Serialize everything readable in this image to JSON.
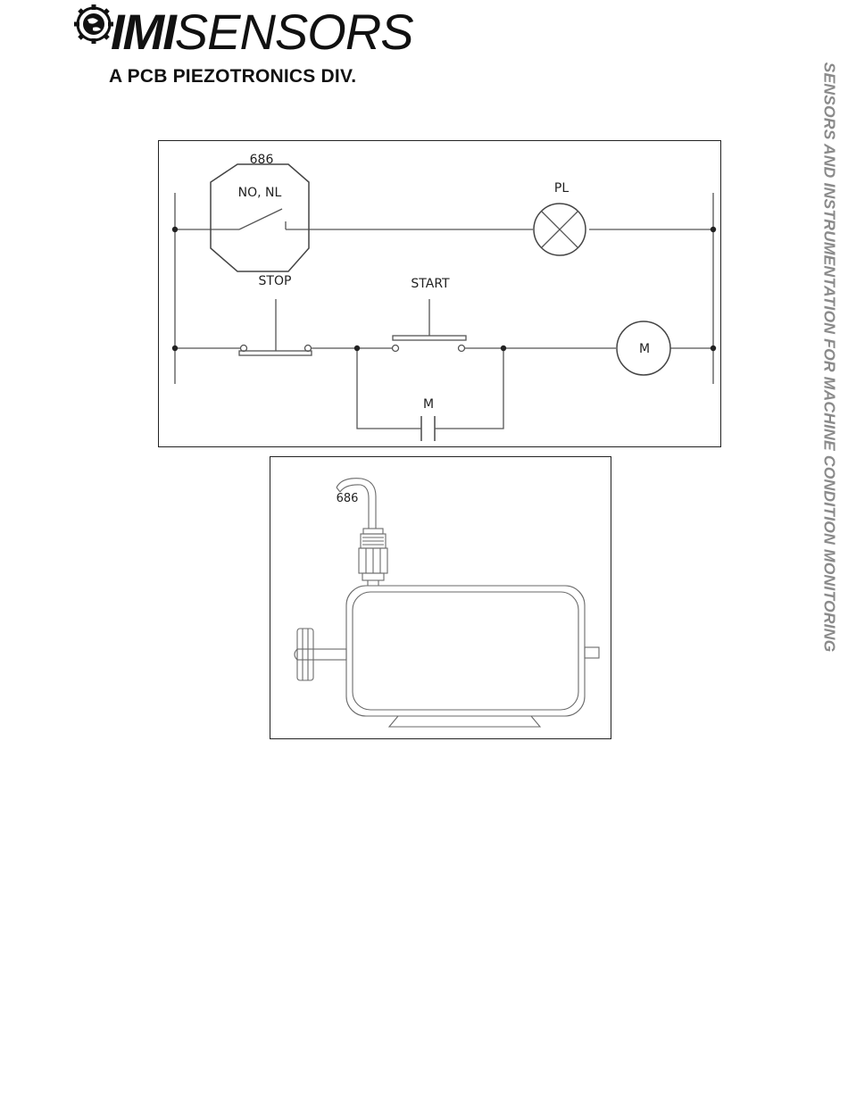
{
  "header": {
    "brand_left": "IMI",
    "brand_right": "SENSORS",
    "tagline": "A PCB PIEZOTRONICS DIV.",
    "logo_icon": "gear-globe-icon"
  },
  "side_banner": {
    "text": "SENSORS AND INSTRUMENTATION FOR MACHINE CONDITION MONITORING",
    "color": "#8a8a8a"
  },
  "ladder_diagram": {
    "switch_model": "686",
    "switch_contact": "NO, NL",
    "pilot_light": "PL",
    "stop_button": "STOP",
    "start_button": "START",
    "motor": "M",
    "holding_contact": "M"
  },
  "motor_illustration": {
    "sensor_model": "686"
  }
}
